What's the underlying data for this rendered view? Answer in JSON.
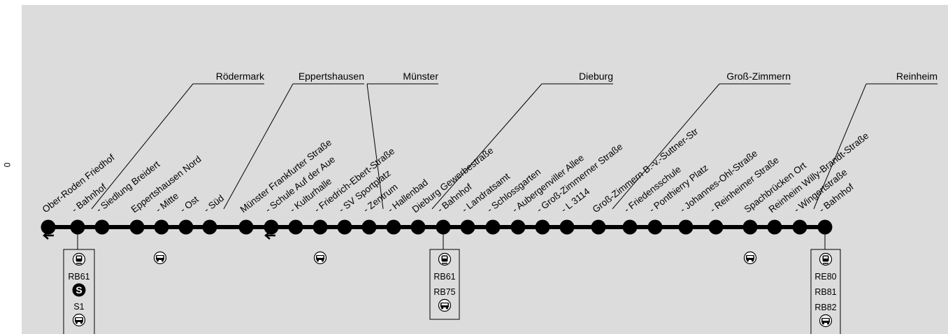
{
  "side_label": "0",
  "towns": [
    {
      "name": "Rödermark"
    },
    {
      "name": "Eppertshausen"
    },
    {
      "name": "Münster"
    },
    {
      "name": "Dieburg"
    },
    {
      "name": "Groß-Zimmern"
    },
    {
      "name": "Reinheim"
    }
  ],
  "stops": [
    {
      "name": "Ober-Roden Friedhof"
    },
    {
      "name": "- Bahnhof"
    },
    {
      "name": "- Siedlung Breidert"
    },
    {
      "name": "Eppertshausen Nord"
    },
    {
      "name": "- Mitte"
    },
    {
      "name": "- Ost"
    },
    {
      "name": "- Süd"
    },
    {
      "name": "Münster Frankfurter Straße"
    },
    {
      "name": "- Schule Auf der Aue"
    },
    {
      "name": "- Kulturhalle"
    },
    {
      "name": "- Friedrich-Ebert-Straße"
    },
    {
      "name": "- SV Sportplatz"
    },
    {
      "name": "- Zentrum"
    },
    {
      "name": "- Hallenbad"
    },
    {
      "name": "Dieburg Gewerbestraße"
    },
    {
      "name": "- Bahnhof"
    },
    {
      "name": "- Landratsamt"
    },
    {
      "name": "- Schlossgarten"
    },
    {
      "name": "- Aubergenviller Allee"
    },
    {
      "name": "- Groß-Zimmerner Straße"
    },
    {
      "name": "- L 3114"
    },
    {
      "name": "Groß-Zimmern B.-v.-Suttner-Str"
    },
    {
      "name": "- Friedensschule"
    },
    {
      "name": "- Ponthierry Platz"
    },
    {
      "name": "- Johannes-Ohl-Straße"
    },
    {
      "name": "- Reinheimer Straße"
    },
    {
      "name": "Spachbrücken Ort"
    },
    {
      "name": "Reinheim Willy-Brandt-Straße"
    },
    {
      "name": "- Wingertstraße"
    },
    {
      "name": "- Bahnhof"
    }
  ],
  "transfers": [
    {
      "items": [
        {
          "kind": "train-icon"
        },
        {
          "kind": "text",
          "text": "RB61"
        },
        {
          "kind": "s-bahn-icon"
        },
        {
          "kind": "text",
          "text": "S1"
        },
        {
          "kind": "bus-icon"
        }
      ]
    },
    {
      "items": [
        {
          "kind": "train-icon"
        },
        {
          "kind": "text",
          "text": "RB61"
        },
        {
          "kind": "text",
          "text": "RB75"
        },
        {
          "kind": "bus-icon"
        }
      ]
    },
    {
      "items": [
        {
          "kind": "train-icon"
        },
        {
          "kind": "text",
          "text": "RE80"
        },
        {
          "kind": "text",
          "text": "RB81"
        },
        {
          "kind": "text",
          "text": "RB82"
        },
        {
          "kind": "bus-icon"
        }
      ]
    }
  ],
  "colors": {
    "background": "#dcdcdc",
    "line": "#000000"
  }
}
